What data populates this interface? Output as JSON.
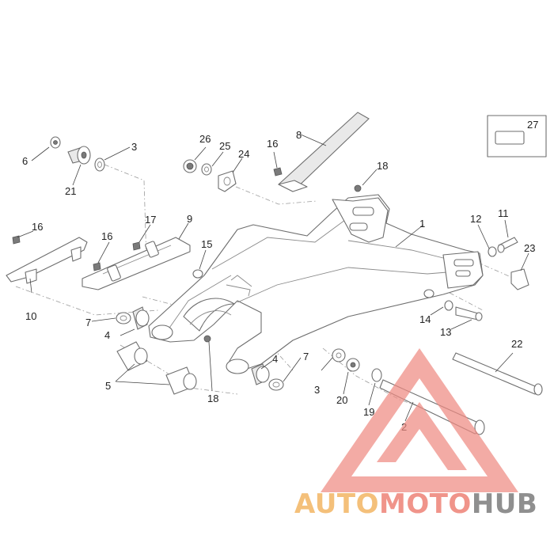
{
  "diagram": {
    "part_labels": [
      "1",
      "2",
      "3",
      "4",
      "5",
      "6",
      "7",
      "8",
      "9",
      "10",
      "11",
      "12",
      "13",
      "14",
      "15",
      "16",
      "17",
      "18",
      "19",
      "20",
      "21",
      "22",
      "23",
      "24",
      "25",
      "26",
      "27"
    ],
    "labels": {
      "l1": "1",
      "l2": "2",
      "l3a": "3",
      "l3b": "3",
      "l4a": "4",
      "l4b": "4",
      "l5": "5",
      "l6": "6",
      "l7a": "7",
      "l7b": "7",
      "l8": "8",
      "l9": "9",
      "l10": "10",
      "l11": "11",
      "l12": "12",
      "l13": "13",
      "l14": "14",
      "l15": "15",
      "l16a": "16",
      "l16b": "16",
      "l16c": "16",
      "l17": "17",
      "l18a": "18",
      "l18b": "18",
      "l19": "19",
      "l20": "20",
      "l21": "21",
      "l22": "22",
      "l23": "23",
      "l24": "24",
      "l25": "25",
      "l26": "26",
      "l27": "27"
    }
  },
  "watermark": {
    "part1": "AUTO",
    "part2": "MOTO",
    "part3": "HUB",
    "colors": {
      "auto": "#f4c07a",
      "moto": "#f0948a",
      "hub": "#8f8f8f",
      "triangle": "#ef8a82"
    }
  }
}
